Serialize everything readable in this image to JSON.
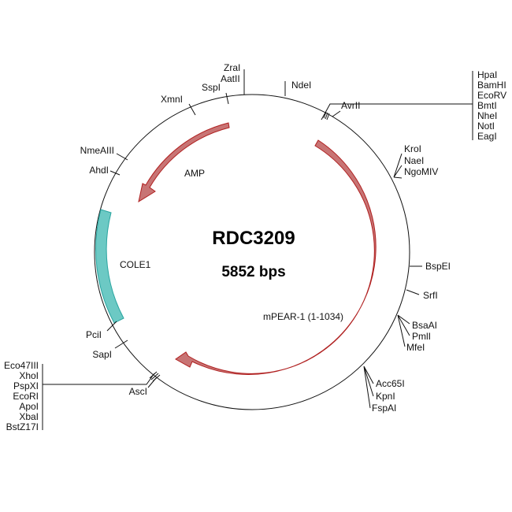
{
  "title": "RDC3209",
  "size": "5852 bps",
  "features": {
    "amp": "AMP",
    "cole1": "COLE1",
    "mpear": "mPEAR-1 (1-1034)"
  },
  "colors": {
    "arrow_fill": "#c87474",
    "arrow_stroke": "#b02020",
    "ori_fill": "#6cc9c4",
    "ori_stroke": "#2aa5a0"
  },
  "sites": {
    "zrai": "ZraI",
    "aatii": "AatII",
    "sspi": "SspI",
    "ndei": "NdeI",
    "xmni": "XmnI",
    "avrii": "AvrII",
    "group_top": [
      "HpaI",
      "BamHI",
      "EcoRV",
      "BmtI",
      "NheI",
      "NotI",
      "EagI"
    ],
    "kroi": "KroI",
    "naei": "NaeI",
    "ngomiv": "NgoMIV",
    "nmeaiii": "NmeAIII",
    "ahdi": "AhdI",
    "bspei": "BspEI",
    "srfi": "SrfI",
    "bsaai": "BsaAI",
    "pmli": "PmlI",
    "mfei": "MfeI",
    "acc65i": "Acc65I",
    "kpni": "KpnI",
    "fspai": "FspAI",
    "pcii": "PciI",
    "sapi": "SapI",
    "asci": "AscI",
    "group_left": [
      "Eco47III",
      "XhoI",
      "PspXI",
      "EcoRI",
      "ApoI",
      "XbaI",
      "BstZ17I"
    ]
  }
}
